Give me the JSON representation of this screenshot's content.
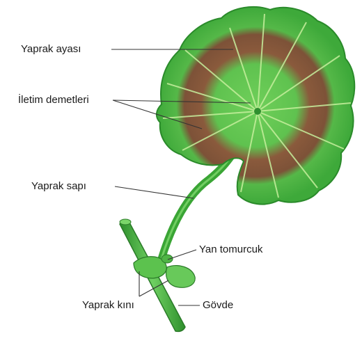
{
  "labels": {
    "leaf_blade": "Yaprak ayası",
    "vascular_bundles": "İletim demetleri",
    "petiole": "Yaprak sapı",
    "lateral_bud": "Yan tomurcuk",
    "leaf_sheath": "Yaprak kını",
    "stem": "Gövde"
  },
  "colors": {
    "leaf_green": "#4cc046",
    "leaf_dark_green": "#2f8f2f",
    "band_brown": "#8a5a3c",
    "vein_light": "#b9e89a",
    "stem_green": "#45b43e",
    "leader_line": "#333333"
  }
}
